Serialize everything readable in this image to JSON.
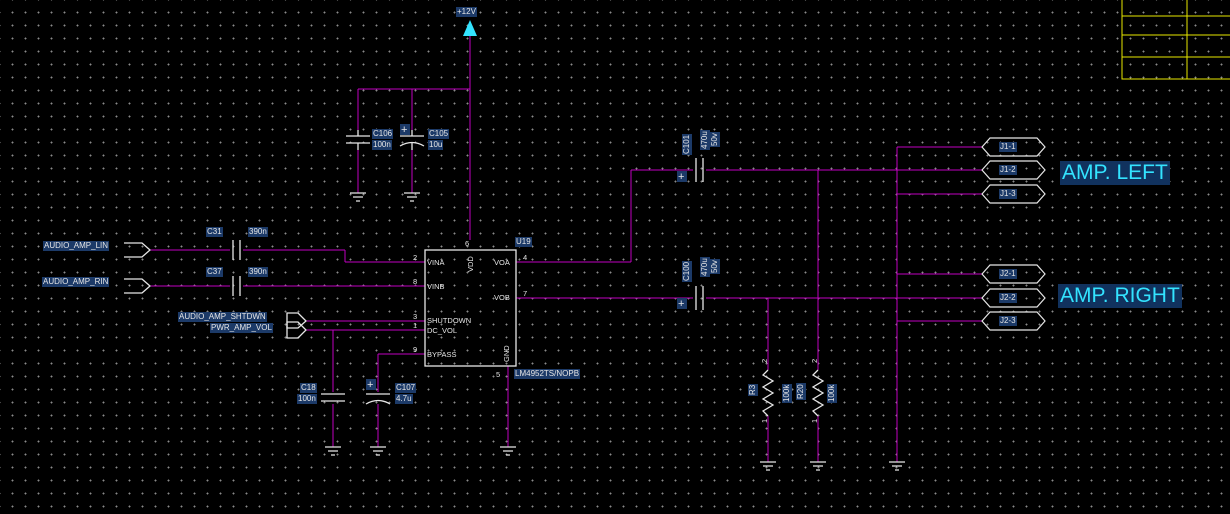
{
  "colors": {
    "wire": "#c000c0",
    "part": "#e6e6e6",
    "label_bg": "#1c3a68",
    "power": "#33e3ff",
    "titleblock": "#e8e800",
    "grid": "#8a8a8a"
  },
  "power": {
    "vdd_label": "+12V"
  },
  "ic": {
    "ref": "U19",
    "part": "LM4952TS/NOPB",
    "pins": {
      "vina": "VINA",
      "vinb": "VINB",
      "shutdown": "SHUTDOWN",
      "dc_vol": "DC_VOL",
      "bypass": "BYPASS",
      "voa": "VOA",
      "vob": "VOB",
      "vdd": "VDD",
      "gnd": "GND",
      "n2": "2",
      "n8": "8",
      "n3": "3",
      "n1": "1",
      "n9": "9",
      "n4": "4",
      "n7": "7",
      "n6": "6",
      "n5": "5"
    }
  },
  "caps": {
    "c106": {
      "ref": "C106",
      "value": "100n"
    },
    "c105": {
      "ref": "C105",
      "value": "10u"
    },
    "c31": {
      "ref": "C31",
      "value": "390n"
    },
    "c37": {
      "ref": "C37",
      "value": "390n"
    },
    "c18": {
      "ref": "C18",
      "value": "100n"
    },
    "c107": {
      "ref": "C107",
      "value": "4.7u"
    },
    "c101": {
      "ref": "C101",
      "value": "470u",
      "voltage": "50v"
    },
    "c100": {
      "ref": "C100",
      "value": "470u",
      "voltage": "50v"
    }
  },
  "resistors": {
    "r3": {
      "ref": "R3",
      "value": "100k",
      "pin_top": "2",
      "pin_bottom": "1"
    },
    "r20": {
      "ref": "R20",
      "value": "100k",
      "pin_top": "2",
      "pin_bottom": "1"
    }
  },
  "nets": {
    "lin": "AUDIO_AMP_LIN",
    "rin": "AUDIO_AMP_RIN",
    "shtdwn": "AUDIO_AMP_SHTDWN",
    "pwr_vol": "PWR_AMP_VOL"
  },
  "connectors": {
    "j1": [
      "J1-1",
      "J1-2",
      "J1-3"
    ],
    "j2": [
      "J2-1",
      "J2-2",
      "J2-3"
    ]
  },
  "labels": {
    "amp_left": "AMP. LEFT",
    "amp_right": "AMP. RIGHT"
  }
}
